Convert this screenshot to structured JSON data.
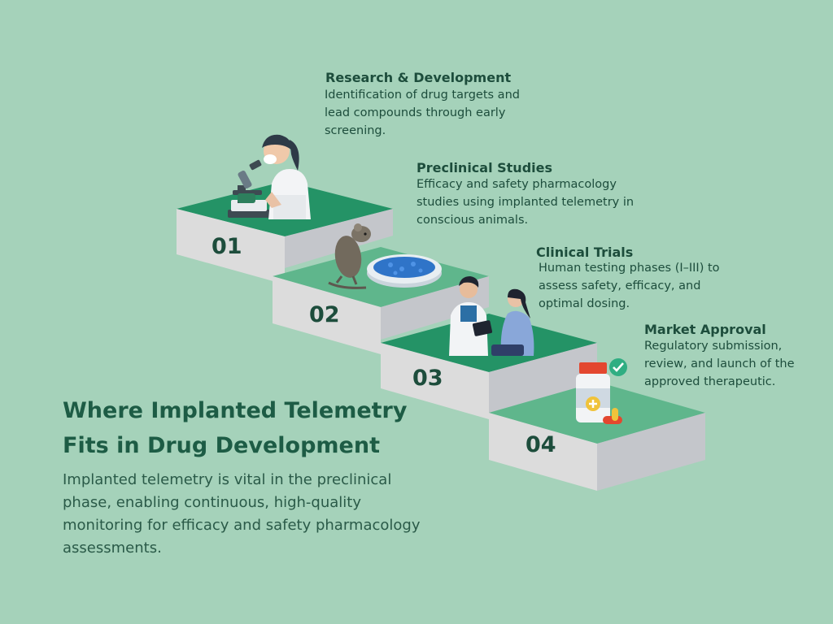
{
  "title": "Where Implanted Telemetry Fits in Drug Development",
  "description": "Implanted telemetry is vital in the preclinical phase, enabling continuous, high-quality monitoring for efficacy and safety pharmacology assessments.",
  "colors": {
    "background": "#a5d2ba",
    "step_top": "#249366",
    "step_top_light": "#5fb68c",
    "step_face": "#dcdcdc",
    "step_side": "#c2c4c9",
    "text": "#1d4d3c"
  },
  "steps": [
    {
      "number": "01",
      "title": "Research & Development",
      "description": "Identification of drug targets and lead compounds through early screening.",
      "icon": "scientist-microscope-icon"
    },
    {
      "number": "02",
      "title": "Preclinical Studies",
      "description": "Efficacy and safety pharmacology studies using implanted telemetry in conscious animals.",
      "icon": "rat-petri-dish-icon"
    },
    {
      "number": "03",
      "title": "Clinical Trials",
      "description": "Human testing phases (I–III) to assess safety, efficacy, and optimal dosing.",
      "icon": "doctor-patient-icon"
    },
    {
      "number": "04",
      "title": "Market Approval",
      "description": "Regulatory submission, review, and launch of the approved therapeutic.",
      "icon": "medicine-bottle-check-icon"
    }
  ]
}
